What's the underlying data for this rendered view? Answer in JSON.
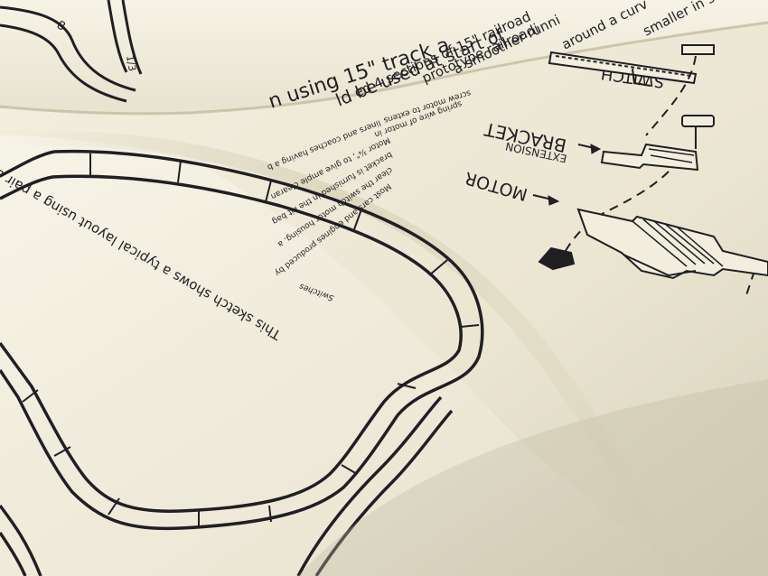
{
  "photo": {
    "top_sheet": {
      "heading_fragment": "n using 15\" track a",
      "lines": [
        "ld be used at start of",
        "ed 4 sections of 15\" railroad",
        "prototype railroadi",
        "a smoother runni",
        "around a curv",
        "smaller in s"
      ],
      "track_marks": [
        "8",
        "1/3"
      ]
    },
    "diagram": {
      "labels": {
        "switch": "SWITCH",
        "bracket": "BRACKET",
        "extension": "EXTENSION",
        "motor": "MOTOR"
      },
      "instructions": [
        "screw motor to extens",
        "spring wire of motor in",
        "liners and coaches having a b",
        "Motor ¾\", to give ample clearan",
        "bracket is furnished in the kit bag",
        "clear the switch motor housing. a",
        "Most cars and engines produced by"
      ]
    },
    "bottom_sheet": {
      "caption": "This sketch shows a typical layout using a pair of Snap",
      "margin_note": "Switches"
    },
    "colors": {
      "paper": "#f2eede",
      "paper_shadow": "#c9c3ad",
      "ink": "#1f1f24",
      "background": "#d9d4c1"
    }
  }
}
